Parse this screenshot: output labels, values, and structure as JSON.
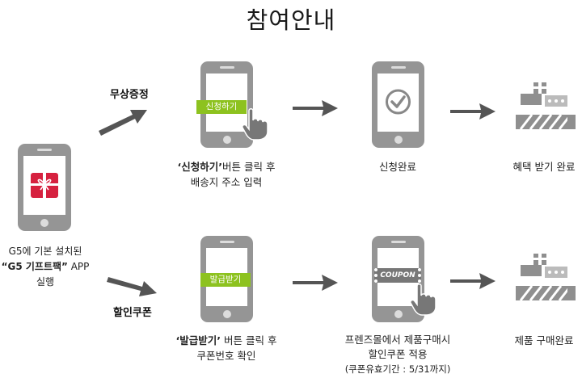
{
  "title": "참여안내",
  "start": {
    "line1": "G5에 기본 설치된",
    "line2_quoted": "“G5 기프트팩”",
    "line2_rest": " APP",
    "line3": "실행"
  },
  "branches": {
    "top": "무상증정",
    "bottom": "할인쿠폰"
  },
  "top_row": {
    "step1_tag": "신청하기",
    "step1_caption_bold": "‘신청하기’",
    "step1_caption_rest": "버튼 클릭 후",
    "step1_caption_line2": "배송지 주소 입력",
    "step2_caption": "신청완료",
    "step3_caption": "혜택 받기 완료"
  },
  "bottom_row": {
    "step1_tag": "발급받기",
    "step1_caption_bold": "‘발급받기’",
    "step1_caption_rest": " 버튼 클릭 후",
    "step1_caption_line2": "쿠폰번호 확인",
    "coupon_label": "COUPON",
    "step2_caption_line1": "프렌즈몰에서 제품구매시",
    "step2_caption_line2": "할인쿠폰 적용",
    "step2_caption_line3": "(쿠폰유효기간 : 5/31까지)",
    "step3_caption": "제품 구매완료"
  },
  "colors": {
    "phone": "#959595",
    "accent_green": "#8dc21f",
    "gift_red": "#d6213f",
    "arrow": "#555555",
    "gift_gray": "#8f8f8f"
  },
  "icons": [
    "gift-icon",
    "hand-pointer-icon",
    "check-circle-icon",
    "coupon-icon",
    "gift-boxes-icon",
    "arrow-icon"
  ]
}
